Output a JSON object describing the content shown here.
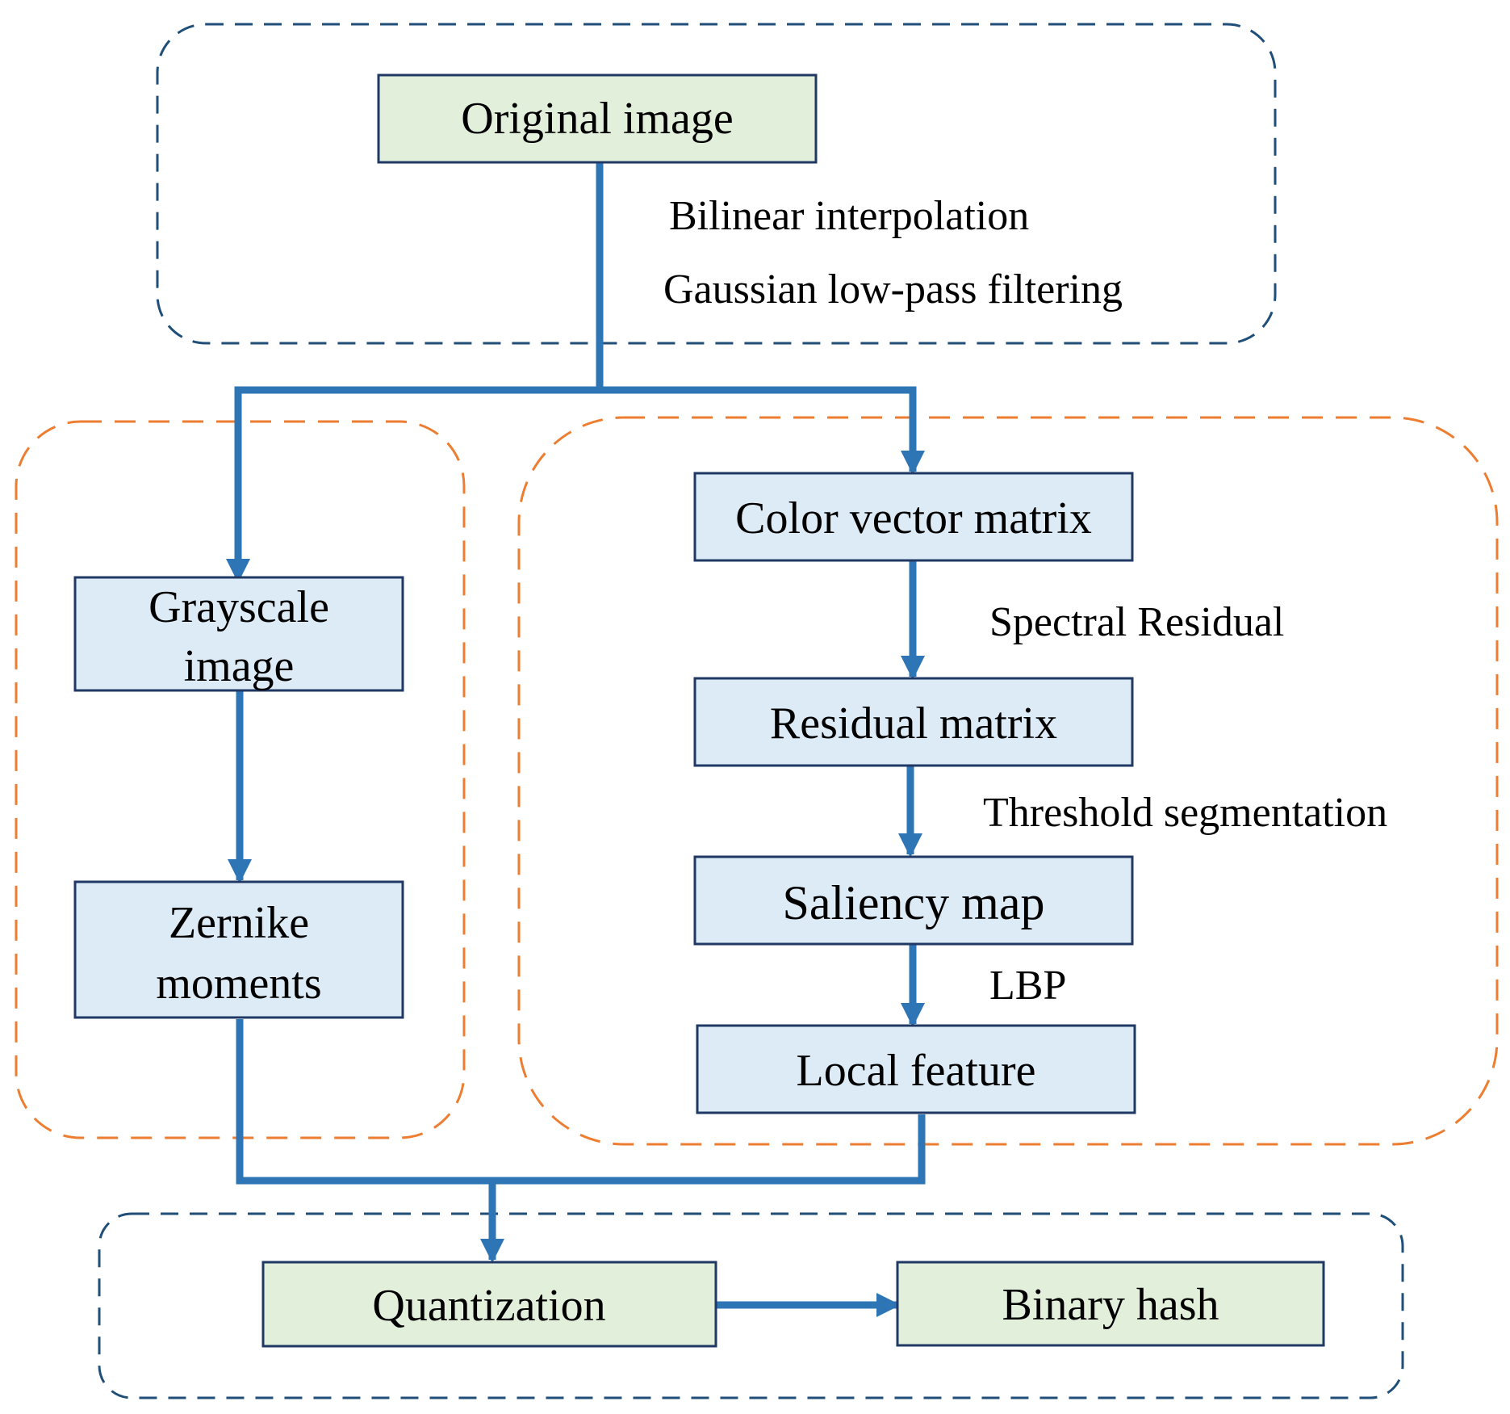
{
  "nodes": {
    "original_image": "Original image",
    "grayscale_image": [
      "Grayscale",
      "image"
    ],
    "zernike_moments": [
      "Zernike",
      "moments"
    ],
    "color_vector_matrix": "Color vector matrix",
    "residual_matrix": "Residual matrix",
    "saliency_map": "Saliency map",
    "local_feature": "Local feature",
    "quantization": "Quantization",
    "binary_hash": "Binary hash"
  },
  "edge_labels": {
    "bilinear": "Bilinear interpolation",
    "gaussian": "Gaussian low-pass filtering",
    "spectral": "Spectral Residual",
    "threshold": "Threshold segmentation",
    "lbp": "LBP"
  },
  "colors": {
    "arrow": "#2E75B6",
    "group_blue": "#1F4E79",
    "group_orange": "#ED7D31",
    "node_green": "#E2EFDA",
    "node_blue": "#DDEBF7",
    "node_border": "#1F3864"
  }
}
